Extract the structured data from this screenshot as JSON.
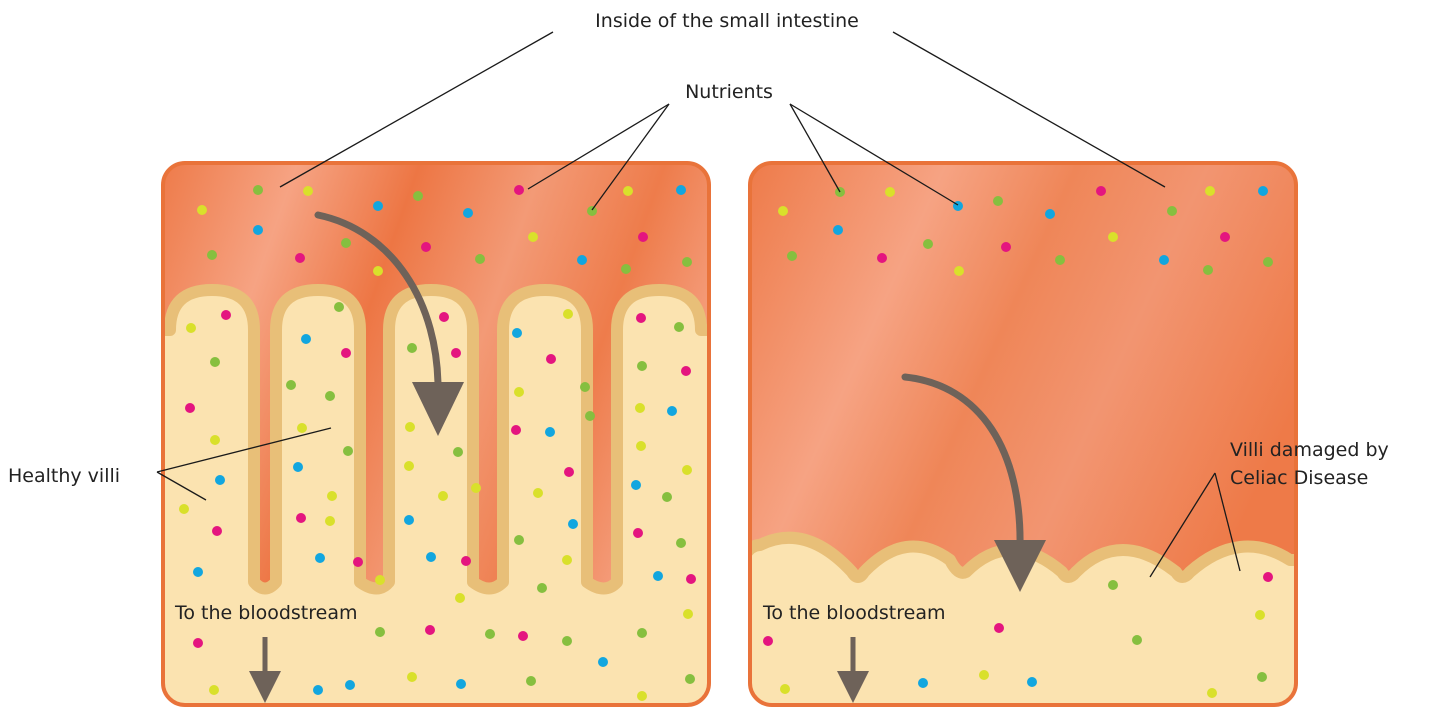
{
  "labels": {
    "title": "Inside of the small intestine",
    "nutrients": "Nutrients",
    "healthy_villi": "Healthy villi",
    "damaged_villi_line1": "Villi damaged by",
    "damaged_villi_line2": "Celiac Disease",
    "bloodstream_left": "To the bloodstream",
    "bloodstream_right": "To the bloodstream"
  },
  "colors": {
    "lumen": "#ee7b4a",
    "lumen_light": "#f6a383",
    "frame": "#e9733a",
    "tissue": "#fbe3b0",
    "villus_border": "#e8bf78",
    "arrow": "#6e6259",
    "nutrient_green": "#86bf3f",
    "nutrient_yellow": "#d9e02b",
    "nutrient_blue": "#12a6df",
    "nutrient_pink": "#e4157f"
  },
  "icons": {
    "nutrient": "nutrient-dot-icon",
    "flow_arrow": "curved-arrow-icon",
    "down_arrow": "down-arrow-icon"
  }
}
